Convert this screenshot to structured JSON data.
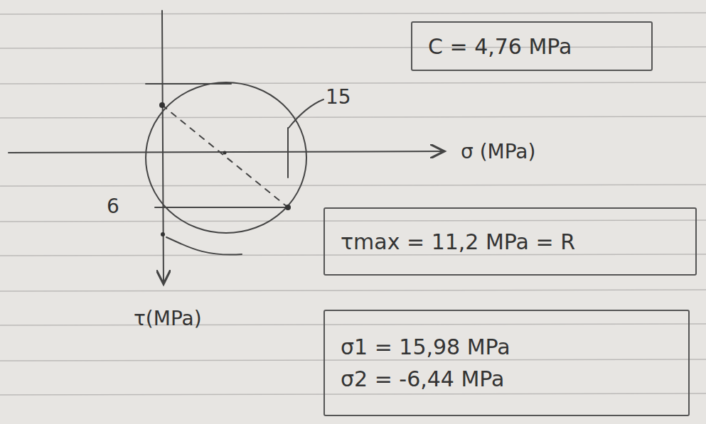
{
  "diagram": {
    "nodes": [
      {
        "text": [
          "C = 4,76 MPa"
        ]
      },
      {
        "text": [
          "τmax = 11,2 MPa = R"
        ]
      },
      {
        "text": [
          "σ1 = 15,98 MPa",
          "σ2 = -6,44 MPa"
        ]
      }
    ],
    "labels": [
      "15",
      "6",
      "σ (MPa)",
      "τ(MPa)"
    ]
  }
}
